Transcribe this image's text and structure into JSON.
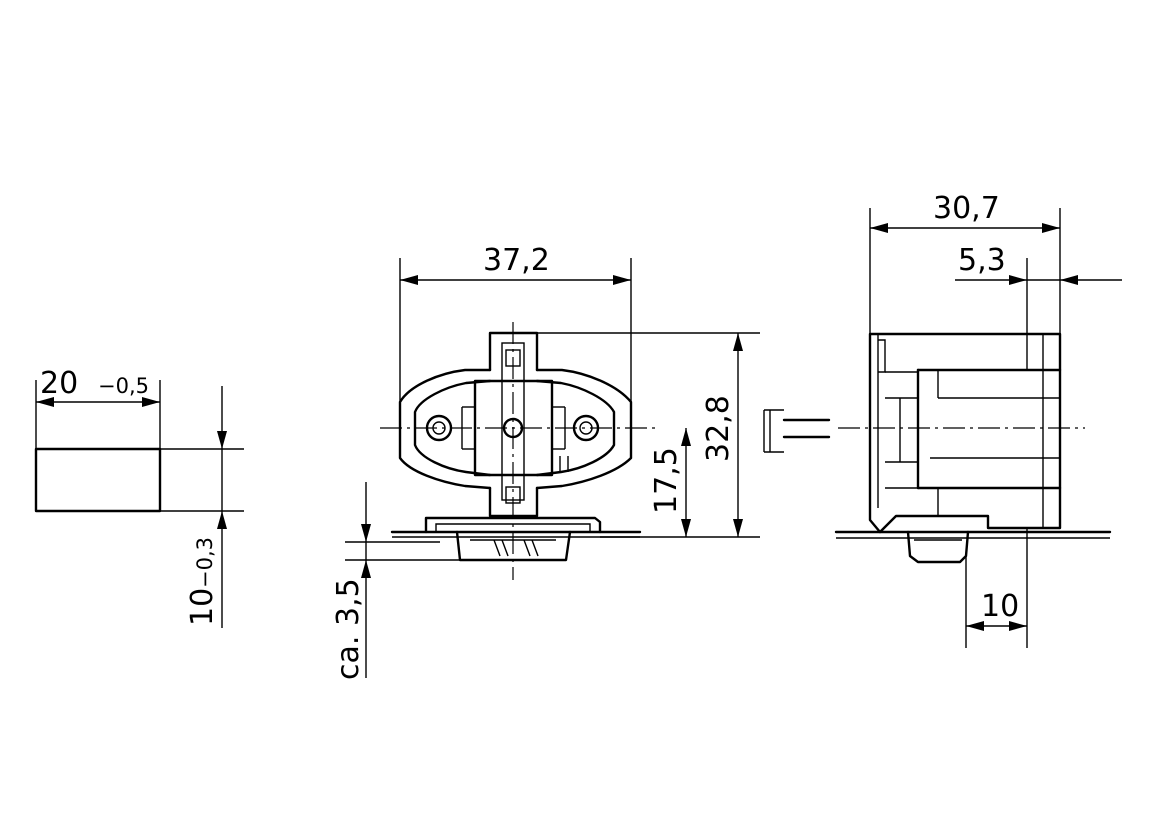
{
  "views": {
    "fuse_block": {
      "width": "20",
      "width_tol": "−0,5",
      "height": "10",
      "height_tol": "−0,3"
    },
    "front": {
      "width": "37,2",
      "height": "32,8",
      "center_height": "17,5",
      "base_offset": "ca. 3,5"
    },
    "side": {
      "depth": "30,7",
      "offset": "5,3",
      "mount": "10"
    }
  }
}
